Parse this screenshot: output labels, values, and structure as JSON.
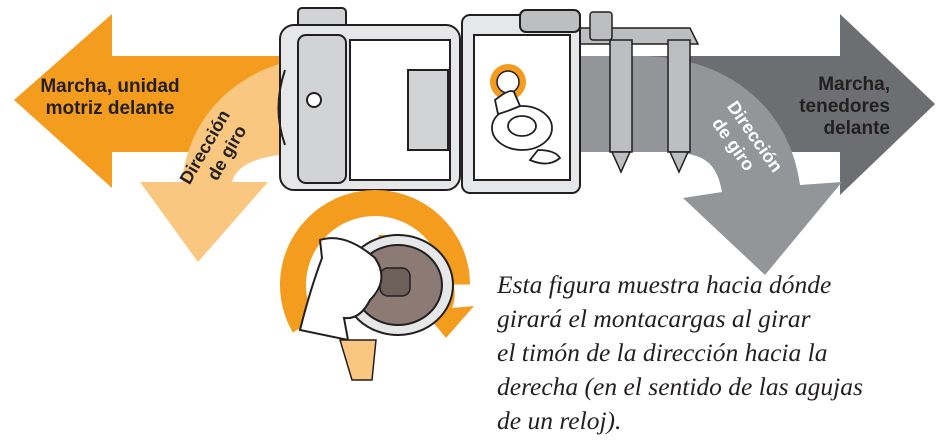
{
  "labels": {
    "left_motion": [
      "Marcha, unidad",
      "motriz delante"
    ],
    "left_steer": [
      "Dirección",
      "de giro"
    ],
    "right_steer": [
      "Dirección",
      "de giro"
    ],
    "right_motion": [
      "Marcha,",
      "tenedores",
      "delante"
    ]
  },
  "caption_lines": [
    "Esta figura muestra hacia dónde",
    "girará el montacargas al girar",
    "el timón de la dirección hacia la",
    "derecha (en el sentido de las agujas",
    "de un reloj)."
  ],
  "colors": {
    "orange": "#f39c1e",
    "light_orange": "#f9c77f",
    "dark_gray": "#6d6e71",
    "mid_gray": "#939598",
    "light_gray": "#bcbec0",
    "outline": "#231f20",
    "text_dark": "#231f20"
  }
}
